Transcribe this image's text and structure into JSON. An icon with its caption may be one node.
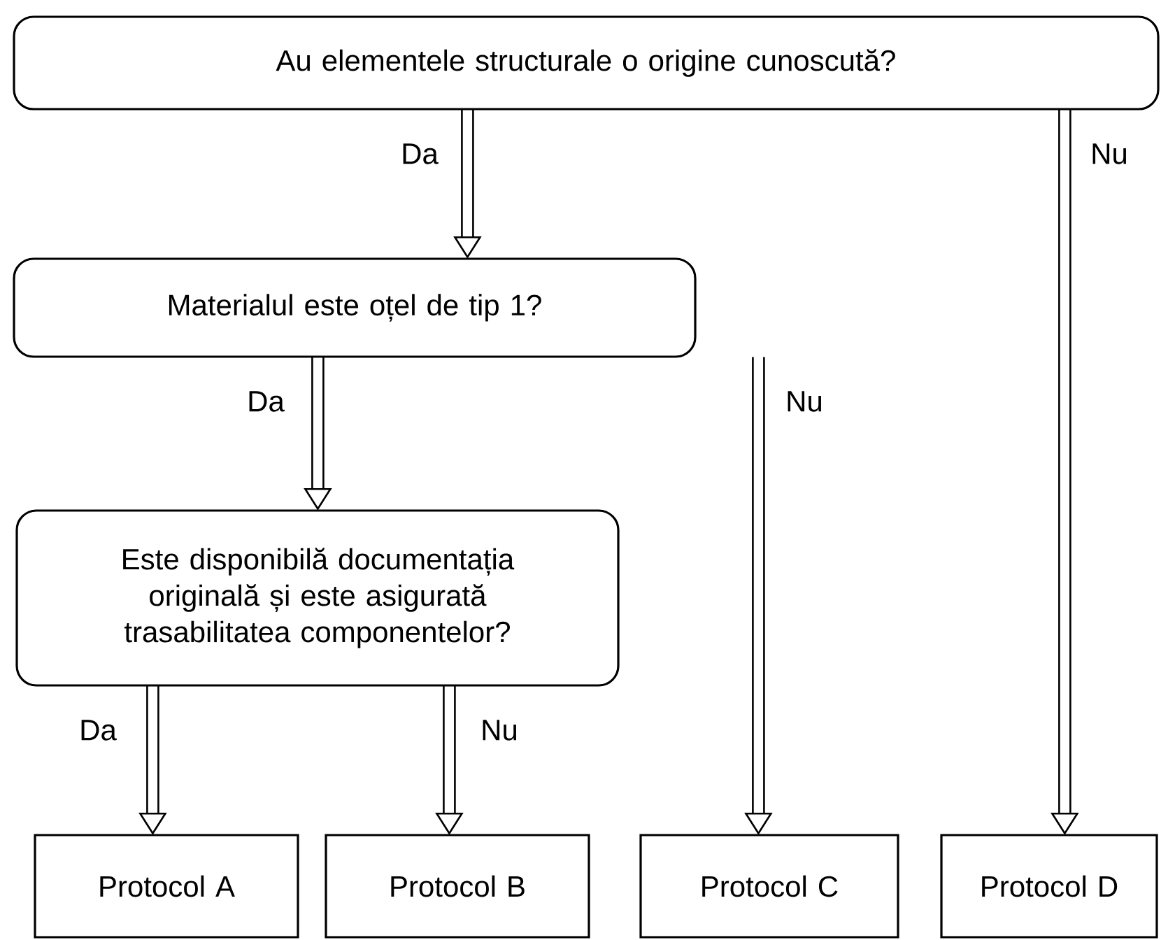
{
  "diagram": {
    "nodes": [
      {
        "text": [
          "Au elementele structurale o origine cunoscută?"
        ]
      },
      {
        "text": [
          "Materialul este oțel de tip 1?"
        ]
      },
      {
        "text": [
          "Este disponibilă documentația originală și este asigurată trasabilitatea componentelor?"
        ]
      },
      {
        "text": [
          "Protocol A"
        ]
      },
      {
        "text": [
          "Protocol B"
        ]
      },
      {
        "text": [
          "Protocol C"
        ]
      },
      {
        "text": [
          "Protocol D"
        ]
      }
    ],
    "edges": [
      {
        "from": 0,
        "to": 1,
        "arrow": "to",
        "label": "Da"
      },
      {
        "from": 0,
        "to": 6,
        "arrow": "to",
        "label": "Nu"
      },
      {
        "from": 1,
        "to": 2,
        "arrow": "to",
        "label": "Da"
      },
      {
        "from": 1,
        "to": 5,
        "arrow": "to",
        "label": "Nu"
      },
      {
        "from": 2,
        "to": 3,
        "arrow": "to",
        "label": "Da"
      },
      {
        "from": 2,
        "to": 4,
        "arrow": "to",
        "label": "Nu"
      }
    ]
  }
}
